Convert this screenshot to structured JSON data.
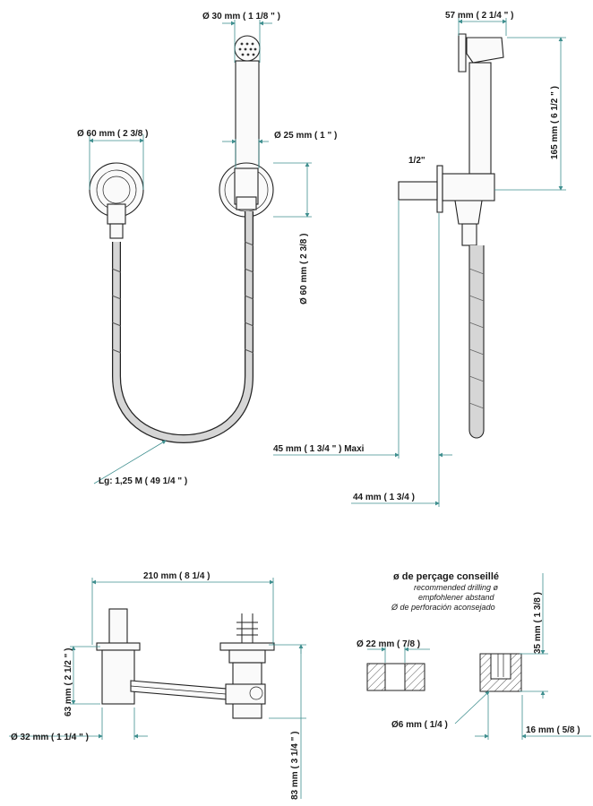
{
  "colors": {
    "dimension": "#3f8f8f",
    "outline": "#222222",
    "hose": "#d6d6d6",
    "hatch": "#555555"
  },
  "top": {
    "spray_diameter": "Ø  30 mm ( 1 1/8 \" )",
    "holder_diameter": "Ø  60 mm ( 2 3/8 )",
    "handle_diameter": "Ø  25 mm ( 1 \" )",
    "holder_height": "Ø  60 mm ( 2 3/8 )",
    "hose_length": "Lg: 1,25 M ( 49 1/4 \" )",
    "head_width": "57 mm ( 2 1/4 \" )",
    "thread": "1/2\"",
    "head_height": "165 mm ( 6 1/2 \" )",
    "projection_max": "45 mm ( 1 3/4 \" )  Maxi",
    "projection": "44 mm ( 1 3/4 )"
  },
  "bottom": {
    "valve_width": "210 mm ( 8 1/4 )",
    "valve_height": "63 mm ( 2 1/2 \" )",
    "valve_diameter": "Ø  32 mm ( 1 1/4 \" )",
    "valve_depth": "83 mm ( 3 1/4 \" )"
  },
  "drilling": {
    "title": "ø de perçage conseillé",
    "line_en": "recommended drilling ø",
    "line_de": "empfohlener abstand",
    "line_es": "Ø de perforación aconsejado",
    "hole_diameter": "Ø  22 mm  ( 7/8 )",
    "depth": "35 mm ( 1 3/8 )",
    "small_hole": "Ø6 mm ( 1/4 )",
    "wall_offset": "16 mm ( 5/8 )"
  }
}
